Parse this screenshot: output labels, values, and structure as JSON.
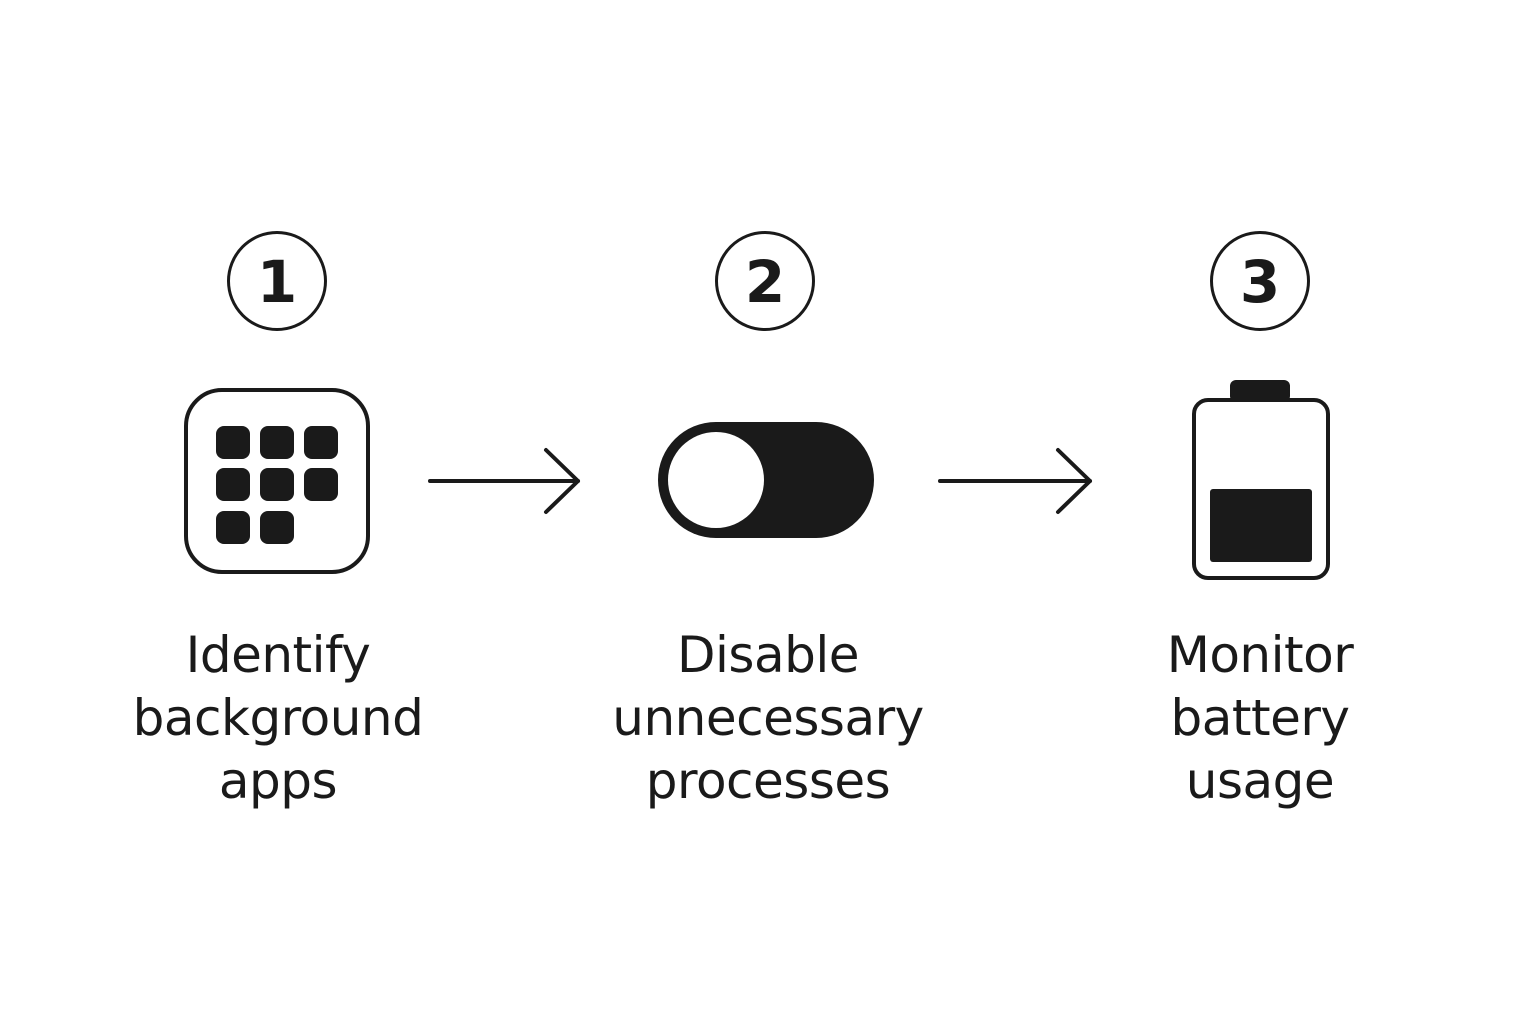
{
  "steps": [
    {
      "number": "1",
      "icon": "app-grid-icon",
      "label_lines": [
        "Identify",
        "background",
        "apps"
      ]
    },
    {
      "number": "2",
      "icon": "toggle-switch-icon",
      "label_lines": [
        "Disable",
        "unnecessary",
        "processes"
      ]
    },
    {
      "number": "3",
      "icon": "battery-icon",
      "label_lines": [
        "Monitor",
        "battery",
        "usage"
      ]
    }
  ],
  "connectors": [
    "arrow-right-icon",
    "arrow-right-icon"
  ],
  "battery_level": 0.5,
  "colors": {
    "ink": "#1a1a1a",
    "background": "#ffffff"
  }
}
